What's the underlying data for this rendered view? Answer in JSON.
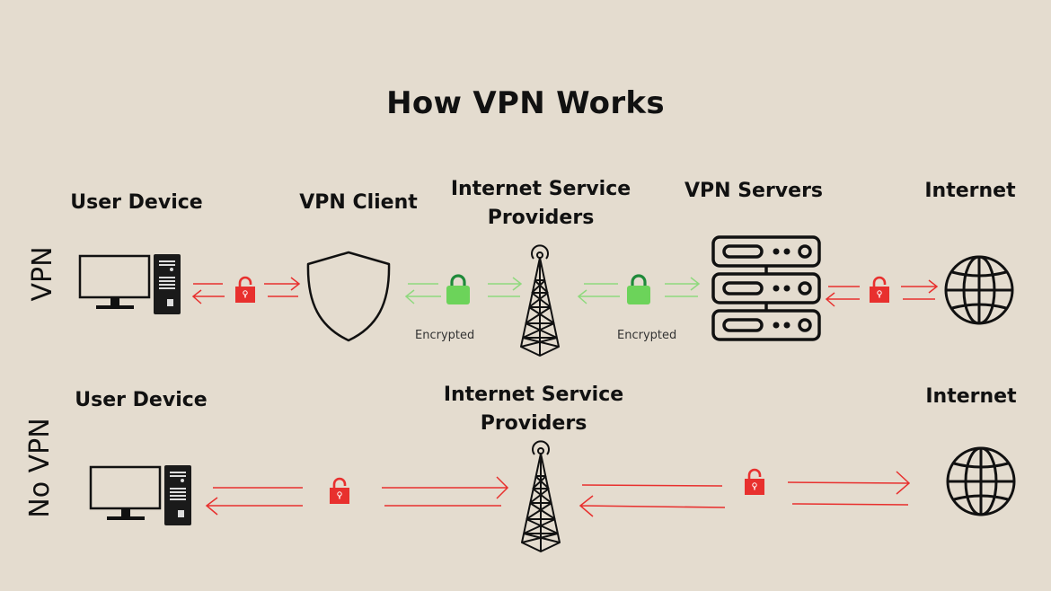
{
  "title": "How VPN Works",
  "colors": {
    "background": "#e4dccf",
    "unencrypted": "#e8302e",
    "encrypted": "#6cd35a",
    "encrypted_shackle": "#1f8a3a",
    "icon": "#111111"
  },
  "rows": [
    {
      "label": "VPN",
      "nodes": [
        {
          "label": "User Device",
          "icon": "desktop-computer-icon"
        },
        {
          "label": "VPN Client",
          "icon": "shield-icon"
        },
        {
          "label": "Internet Service Providers",
          "icon": "cell-tower-icon"
        },
        {
          "label": "VPN Servers",
          "icon": "server-rack-icon"
        },
        {
          "label": "Internet",
          "icon": "globe-icon"
        }
      ],
      "links": [
        {
          "from": "User Device",
          "to": "VPN Client",
          "state": "unlocked",
          "icon": "unlocked-padlock-icon"
        },
        {
          "from": "VPN Client",
          "to": "Internet Service Providers",
          "state": "locked",
          "icon": "locked-padlock-icon",
          "caption": "Encrypted"
        },
        {
          "from": "Internet Service Providers",
          "to": "VPN Servers",
          "state": "locked",
          "icon": "locked-padlock-icon",
          "caption": "Encrypted"
        },
        {
          "from": "VPN Servers",
          "to": "Internet",
          "state": "unlocked",
          "icon": "unlocked-padlock-icon"
        }
      ]
    },
    {
      "label": "No VPN",
      "nodes": [
        {
          "label": "User Device",
          "icon": "desktop-computer-icon"
        },
        {
          "label": "Internet Service Providers",
          "icon": "cell-tower-icon"
        },
        {
          "label": "Internet",
          "icon": "globe-icon"
        }
      ],
      "links": [
        {
          "from": "User Device",
          "to": "Internet Service Providers",
          "state": "unlocked",
          "icon": "unlocked-padlock-icon"
        },
        {
          "from": "Internet Service Providers",
          "to": "Internet",
          "state": "unlocked",
          "icon": "unlocked-padlock-icon"
        }
      ]
    }
  ],
  "labels": {
    "vpn_user_device": "User Device",
    "vpn_client": "VPN Client",
    "vpn_isp_line1": "Internet Service",
    "vpn_isp_line2": "Providers",
    "vpn_servers": "VPN Servers",
    "vpn_internet": "Internet",
    "encrypted": "Encrypted",
    "novpn_user_device": "User Device",
    "novpn_isp_line1": "Internet Service",
    "novpn_isp_line2": "Providers",
    "novpn_internet": "Internet"
  }
}
